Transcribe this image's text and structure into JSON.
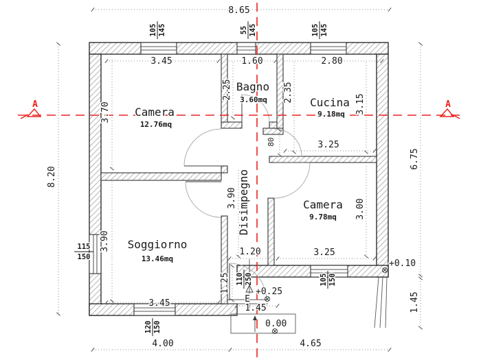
{
  "rooms": {
    "camera_nw": {
      "name": "Camera",
      "area": "12.76mq"
    },
    "bagno": {
      "name": "Bagno",
      "area": "3.60mq"
    },
    "cucina": {
      "name": "Cucina",
      "area": "9.18mq"
    },
    "disimpegno": {
      "name": "Disimpegno"
    },
    "soggiorno": {
      "name": "Soggiorno",
      "area": "13.46mq"
    },
    "camera_se": {
      "name": "Camera",
      "area": "9.78mq"
    }
  },
  "dims": {
    "total_width": "8.65",
    "total_height_left": "8.20",
    "total_height_right": "6.75",
    "camera_nw_w": "3.45",
    "bagno_w": "1.60",
    "cucina_w": "2.80",
    "camera_nw_h": "3.70",
    "bagno_h_left": "2.25",
    "cucina_h_left": "2.35",
    "cucina_h_right": "3.15",
    "cucina_bottom_w": "3.25",
    "cucina_door_w": "80",
    "disimpegno_h": "3.90",
    "camera_se_h": "3.00",
    "camera_se_bottom_w": "3.25",
    "soggiorno_h": "3.90",
    "soggiorno_bottom_w": "3.45",
    "corridor_w": "1.20",
    "entry_recess_h": "1.25",
    "entry_w": "1.45",
    "steps_h": "1.45",
    "bottom_left": "4.00",
    "bottom_right": "4.65"
  },
  "windows": {
    "top_camera": {
      "num": "105",
      "den": "145"
    },
    "top_bagno": {
      "num": "55",
      "den": "145"
    },
    "top_cucina": {
      "num": "105",
      "den": "145"
    },
    "left_soggiorno": {
      "num": "115",
      "den": "150"
    },
    "bottom_soggiorno": {
      "num": "120",
      "den": "150"
    },
    "bottom_camera_se": {
      "num": "105",
      "den": "150"
    }
  },
  "entry_door": {
    "num": "110",
    "den": "250"
  },
  "levels": {
    "interior": "+0.25",
    "porch": "0.00",
    "side": "+0.10"
  },
  "markers": {
    "section": "A",
    "entrance": "E"
  },
  "colors": {
    "section_line": "#e8231d",
    "wall": "#1f1f1f",
    "dimension": "#555555"
  }
}
